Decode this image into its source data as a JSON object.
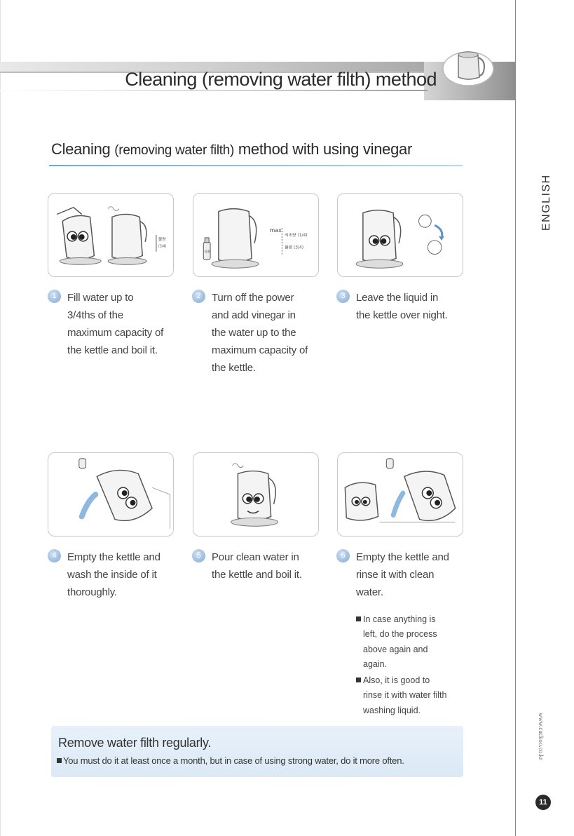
{
  "header": {
    "title": "Cleaning (removing water filth) method"
  },
  "side": {
    "language": "ENGLISH",
    "website": "www.cuckoo.co.kr",
    "page_number": "11"
  },
  "section": {
    "title_main": "Cleaning",
    "title_paren": "(removing water filth)",
    "title_rest": "method with using vinegar"
  },
  "panel_labels": {
    "p1_mark": "물량",
    "p1_frac": "(3/4)",
    "p2_max": "max",
    "p2_vinegar": "식초량 (1/4)",
    "p2_water": "물량 (3/4)",
    "p2_bottle": "식초"
  },
  "steps": [
    {
      "num": "1",
      "text": "Fill water up to\n3/4ths of the\nmaximum capacity of\nthe kettle and boil it."
    },
    {
      "num": "2",
      "text": "Turn off the power\nand add vinegar in\nthe water up to the\nmaximum capacity of\nthe kettle."
    },
    {
      "num": "3",
      "text": "Leave the liquid in\nthe kettle over night."
    },
    {
      "num": "4",
      "text": "Empty the kettle and\nwash the inside of it\nthoroughly."
    },
    {
      "num": "5",
      "text": "Pour clean water in\nthe kettle and boil it."
    },
    {
      "num": "6",
      "text": "Empty the kettle and\nrinse it with clean\nwater."
    }
  ],
  "notes": [
    "In case anything is\nleft, do the process\nabove again and\nagain.",
    "Also, it is good to\nrinse it with water filth\nwashing liquid."
  ],
  "info": {
    "title": "Remove water filth regularly.",
    "text": "You must do it at least once a month, but in case of using strong water, do it more often."
  },
  "colors": {
    "accent_blue": "#7fa9d4",
    "info_bg": "#e3eef8",
    "rule_blue": "#6fa9d6"
  }
}
